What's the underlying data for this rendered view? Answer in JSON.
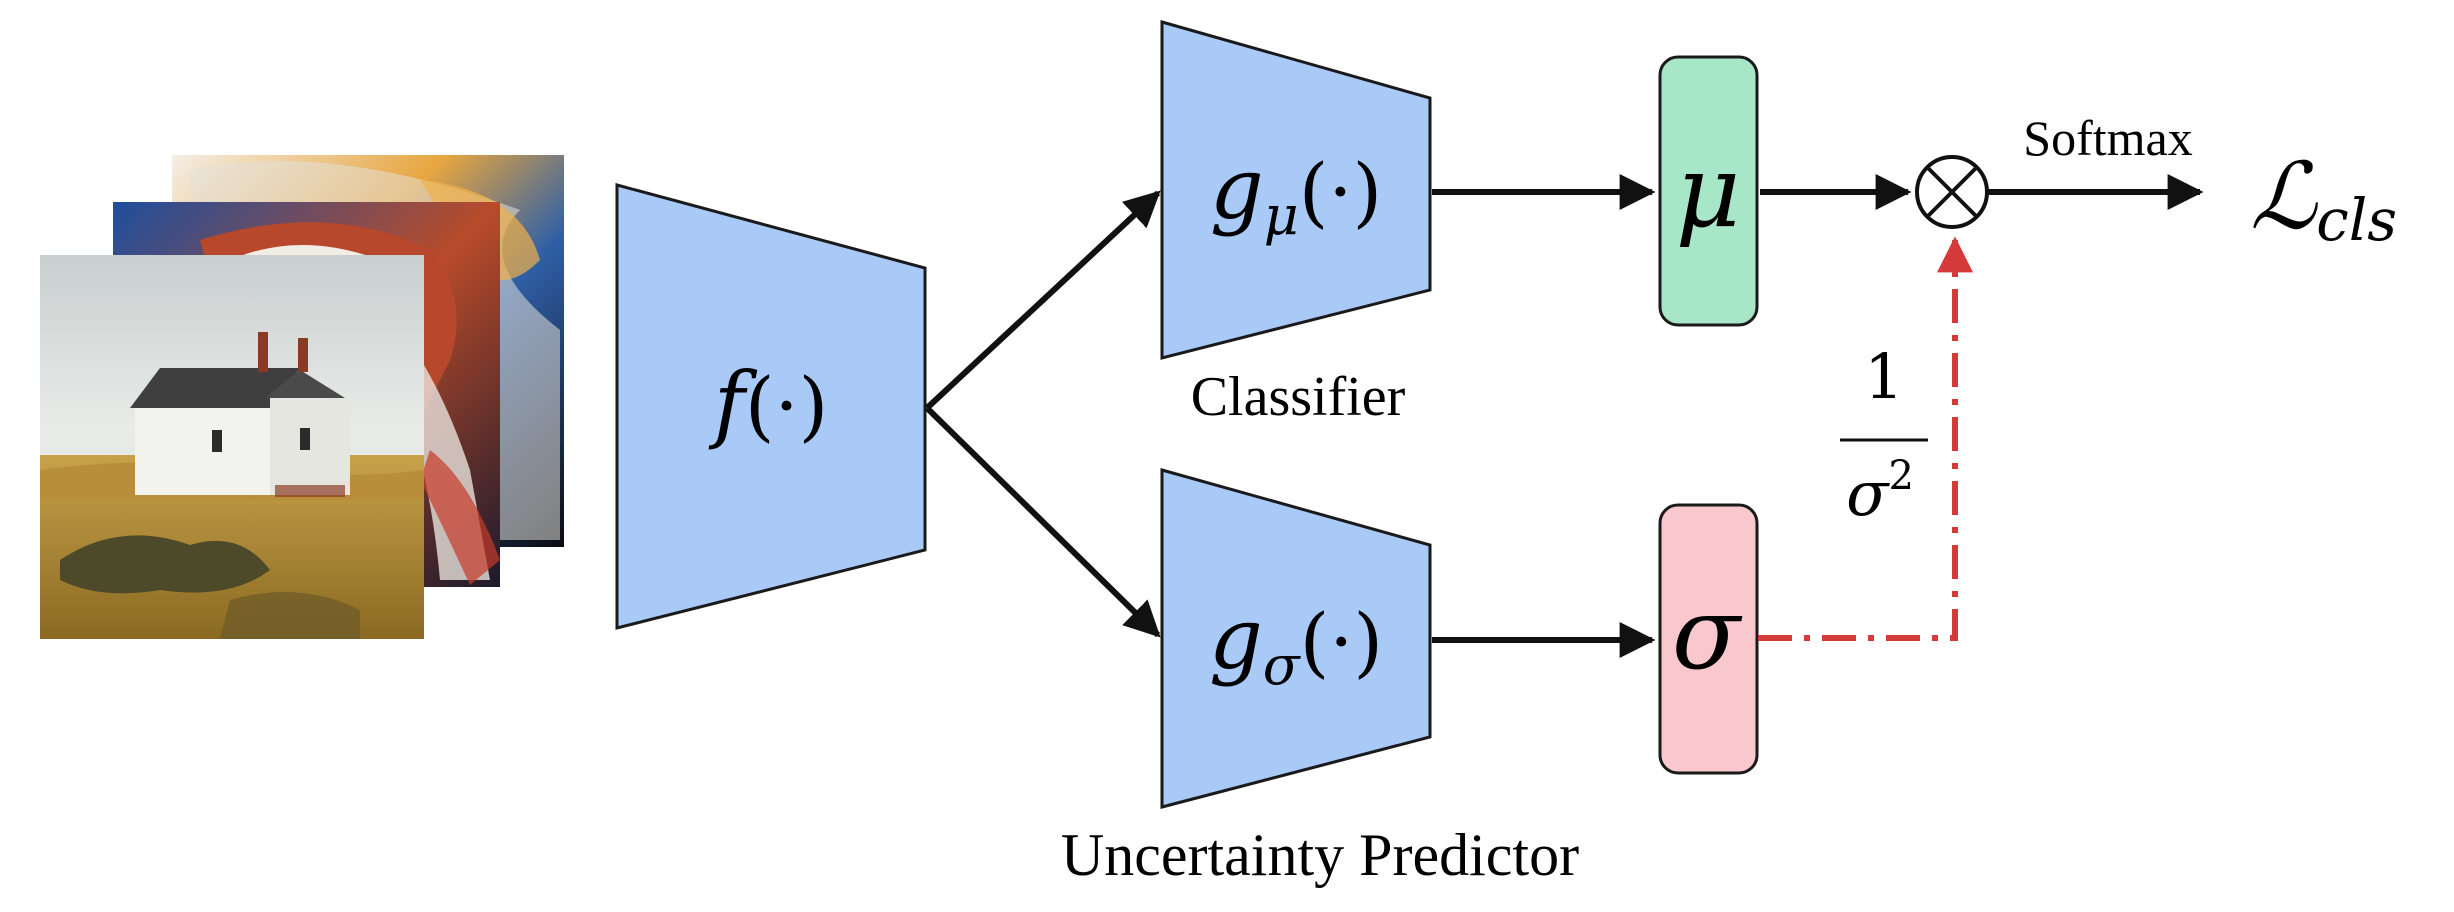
{
  "inputs": {
    "images": [
      {
        "name": "horse-painting-back"
      },
      {
        "name": "horse-painting-middle"
      },
      {
        "name": "house-painting-front"
      }
    ]
  },
  "encoder": {
    "fn": "f",
    "arg": "(·)"
  },
  "classifier": {
    "fn": "g",
    "sub": "μ",
    "arg": "(·)",
    "caption": "Classifier"
  },
  "uncertainty_predictor": {
    "fn": "g",
    "sub": "σ",
    "arg": "(·)",
    "caption": "Uncertainty Predictor"
  },
  "mu_box": {
    "label": "μ",
    "color": "#a8e6c8"
  },
  "sigma_box": {
    "label": "σ",
    "color": "#f8c8cc"
  },
  "multiply": {
    "symbol": "⊗"
  },
  "softmax_label": "Softmax",
  "loss": {
    "symbol": "ℒ",
    "sub": "cls"
  },
  "inverse_variance": {
    "numerator": "1",
    "denominator": "σ",
    "power": "2"
  },
  "colors": {
    "trapezoid": "#a9c9f7",
    "stroke": "#1a1a1a",
    "dashed": "#d43a3a"
  }
}
